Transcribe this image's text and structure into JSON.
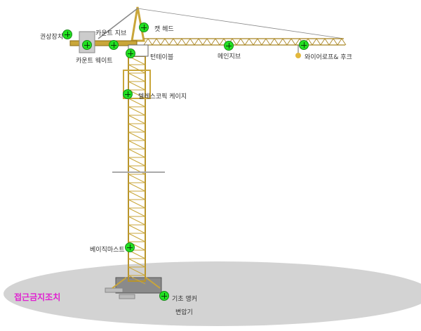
{
  "colors": {
    "steel": "#c9a63a",
    "ground": "#d3d3d3",
    "hotspot": "#22e022",
    "warning": "#e020d0"
  },
  "labels": {
    "hoist": "권상장치",
    "counter_jib": "카운트 지브",
    "cat_head": "캣 헤드",
    "counterweight": "카운트 웨이트",
    "turntable": "턴테이블",
    "main_jib": "메인지브",
    "wire_hook": "와이어로프& 후크",
    "telescopic_cage": "텔레스코픽 케이지",
    "basic_mast": "베이직마스트",
    "foundation_anchor": "기초 앵커",
    "transformer": "변압기",
    "restricted_area": "접근금지조치"
  }
}
